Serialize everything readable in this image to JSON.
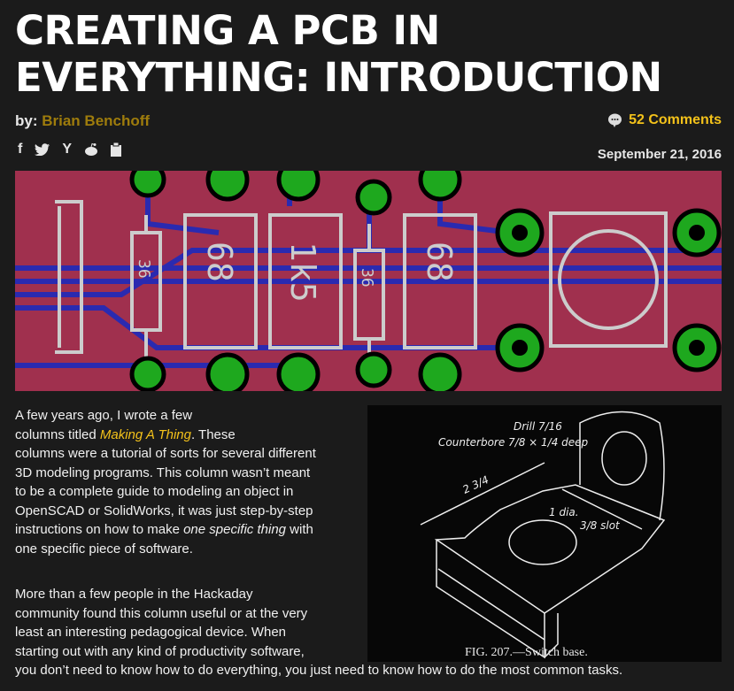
{
  "article": {
    "title": "CREATING A PCB IN EVERYTHING: INTRODUCTION",
    "by_label": "by:",
    "author": "Brian Benchoff",
    "comments": "52 Comments",
    "date": "September 21, 2016",
    "share_icons": [
      "facebook-icon",
      "twitter-icon",
      "hacker-news-icon",
      "reddit-icon",
      "clipboard-icon"
    ],
    "figure_caption": "FIG. 207.—Switch base.",
    "figure_labels": {
      "drill": "Drill 7/16",
      "counterbore": "Counterbore 7/8 × 1/4 deep",
      "dia": "1 dia.",
      "slot": "3/8 slot",
      "w": "2 3/4"
    },
    "pcb_labels": [
      "36",
      "68",
      "1k5",
      "36",
      "68"
    ],
    "p1": {
      "a": "A few years ago, I wrote a few",
      "b": "columns titled ",
      "link": "Making A Thing",
      "c": ". These",
      "d": "columns were a tutorial of sorts for several different",
      "e": "3D modeling programs. This column wasn’t meant",
      "f": "to be a complete guide to modeling an object in",
      "g": "OpenSCAD or SolidWorks, it was just step-by-step",
      "h": "instructions on how to make ",
      "em": "one specific thing",
      "i": " with",
      "j": "one specific piece of software."
    },
    "p2": {
      "a": "More than a few people in the Hackaday",
      "b": "community found this column useful or at the very",
      "c": "least an interesting pedagogical device. When",
      "d": "starting out with any kind of productivity software,",
      "e": "you don’t need to know how to do everything, you just need to know how to do the most common tasks."
    }
  },
  "colors": {
    "accent": "#f4c21a",
    "author": "#9e7c0c",
    "pcb_red": "#a0304e",
    "pcb_blue": "#2a2ab0",
    "pad_green": "#1ea81e"
  }
}
